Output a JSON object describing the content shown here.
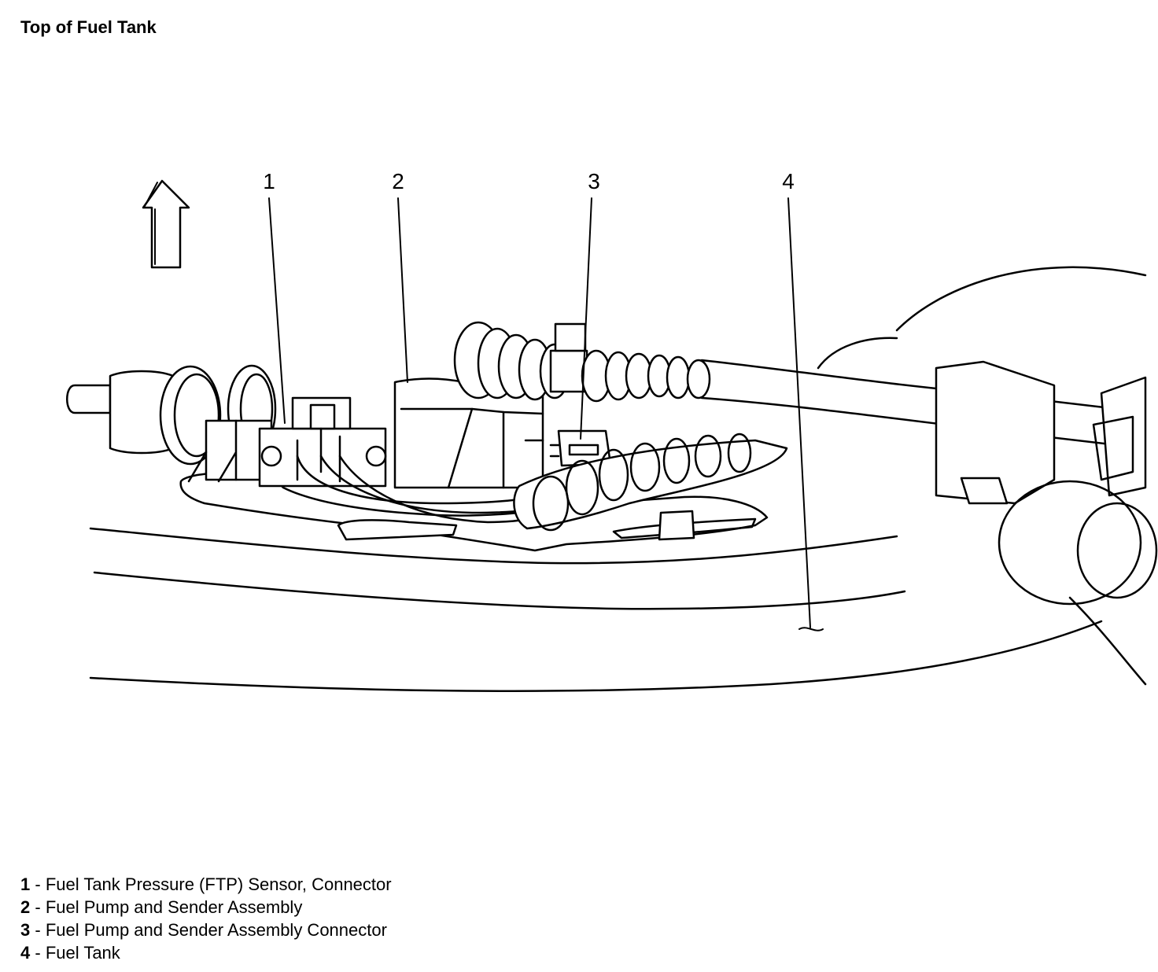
{
  "title": "Top of Fuel Tank",
  "callouts": [
    "1",
    "2",
    "3",
    "4"
  ],
  "legend": [
    {
      "num": "1",
      "sep": " - ",
      "text": "Fuel Tank Pressure (FTP) Sensor, Connector"
    },
    {
      "num": "2",
      "sep": " - ",
      "text": "Fuel Pump and Sender Assembly"
    },
    {
      "num": "3",
      "sep": " - ",
      "text": "Fuel Pump and Sender Assembly Connector"
    },
    {
      "num": "4",
      "sep": " - ",
      "text": "Fuel Tank"
    }
  ],
  "icons": {
    "orientation": "up-arrow-icon"
  }
}
